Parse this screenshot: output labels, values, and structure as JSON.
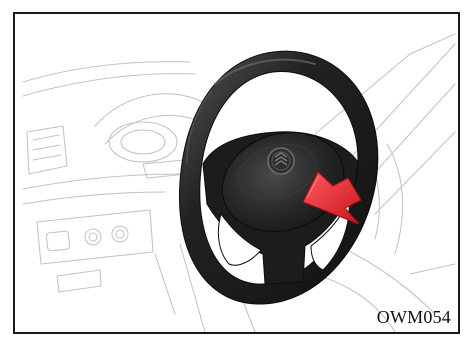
{
  "figure": {
    "code": "OWM054",
    "colors": {
      "frame": "#1a1a1a",
      "sketch_line": "#c4c4c4",
      "wheel": "#1f1f1f",
      "wheel_highlight": "#4a4a4a",
      "hub": "#2a2a2a",
      "arrow": "#e8232a"
    },
    "icons": [
      "steering-wheel",
      "horn-pad",
      "brand-emblem",
      "red-arrow"
    ]
  }
}
